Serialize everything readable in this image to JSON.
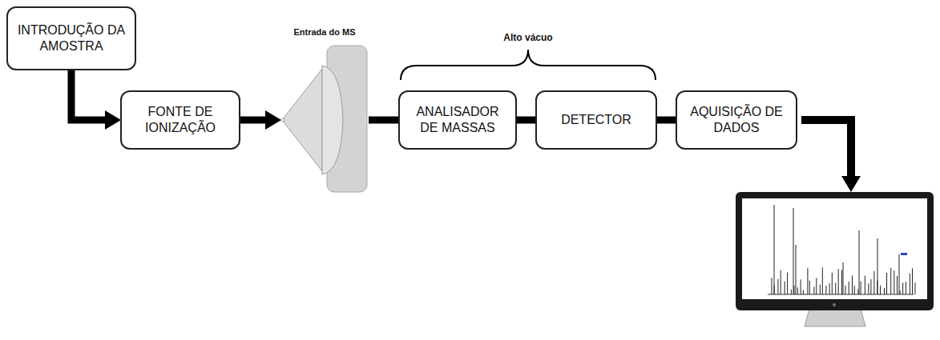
{
  "diagram": {
    "nodes": [
      {
        "text": [
          "INTRODUÇÃO DA AMOSTRA"
        ]
      },
      {
        "text": [
          "FONTE DE IONIZAÇÃO"
        ]
      },
      {
        "text": [
          "Entrada do MS"
        ]
      },
      {
        "text": [
          "ANALISADOR DE MASSAS"
        ]
      },
      {
        "text": [
          "DETECTOR"
        ]
      },
      {
        "text": [
          "AQUISIÇÃO DE DADOS"
        ]
      }
    ],
    "edges": [
      {
        "from": 0,
        "to": 1,
        "arrow": "to"
      },
      {
        "from": 1,
        "to": 2,
        "arrow": "to"
      },
      {
        "from": 2,
        "to": 3,
        "arrow": "none"
      },
      {
        "from": 3,
        "to": 4,
        "arrow": "none"
      },
      {
        "from": 4,
        "to": 5,
        "arrow": "none"
      }
    ],
    "labels": [
      "Alto vácuo"
    ]
  }
}
